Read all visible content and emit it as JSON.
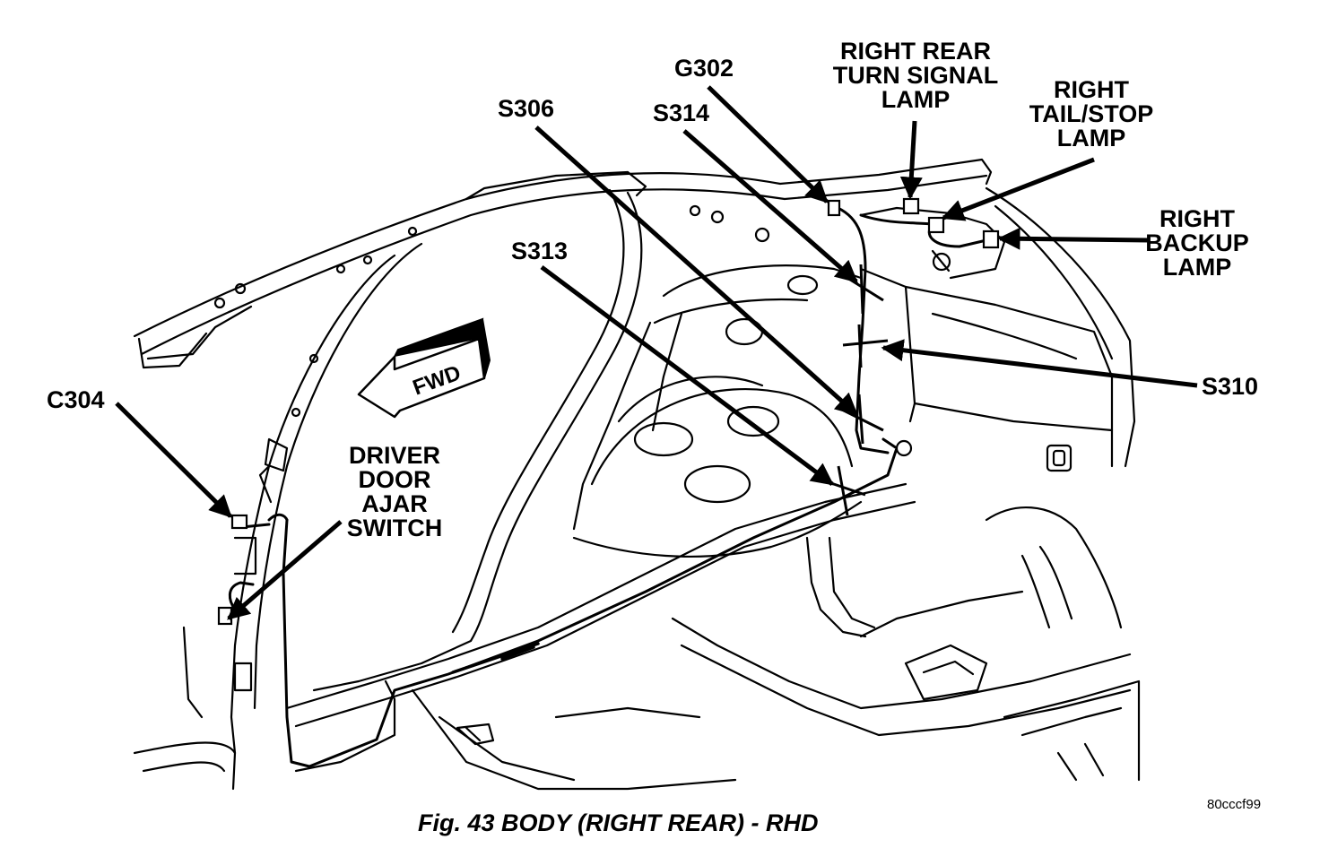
{
  "callouts": {
    "g302": "G302",
    "right_rear_turn_signal_lamp": [
      "RIGHT REAR",
      "TURN SIGNAL",
      "LAMP"
    ],
    "right_tail_stop_lamp": [
      "RIGHT",
      "TAIL/STOP",
      "LAMP"
    ],
    "right_backup_lamp": [
      "RIGHT",
      "BACKUP",
      "LAMP"
    ],
    "s306": "S306",
    "s314": "S314",
    "s313": "S313",
    "s310": "S310",
    "c304": "C304",
    "driver_door_ajar_switch": [
      "DRIVER",
      "DOOR",
      "AJAR",
      "SWITCH"
    ]
  },
  "direction_arrow_label": "FWD",
  "caption": "Fig. 43 BODY (RIGHT REAR) - RHD",
  "figure_code": "80cccf99"
}
